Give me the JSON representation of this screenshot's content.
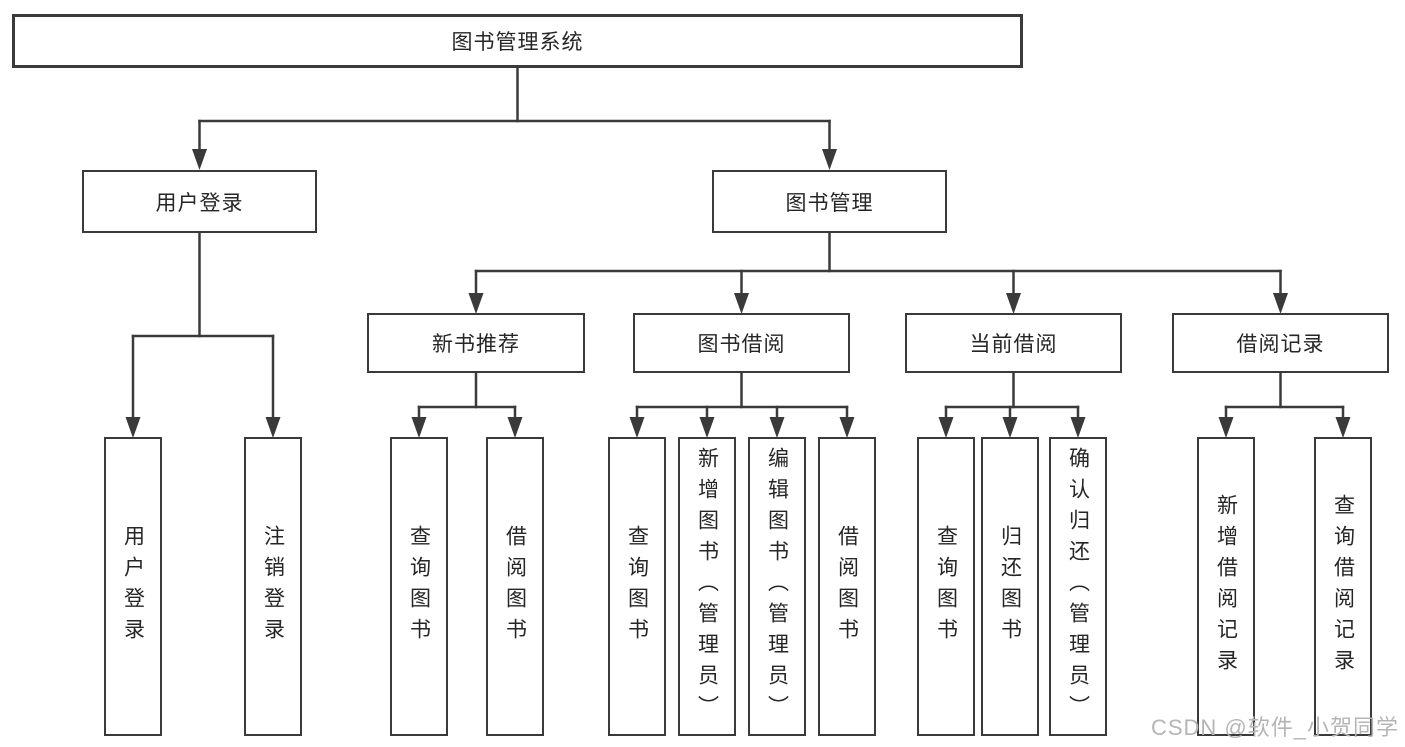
{
  "root": {
    "label": "图书管理系统"
  },
  "level2": [
    {
      "label": "用户登录"
    },
    {
      "label": "图书管理"
    }
  ],
  "level3": [
    {
      "label": "新书推荐"
    },
    {
      "label": "图书借阅"
    },
    {
      "label": "当前借阅"
    },
    {
      "label": "借阅记录"
    }
  ],
  "leaves": {
    "user": [
      "用户登录",
      "注销登录"
    ],
    "recommend": [
      "查询图书",
      "借阅图书"
    ],
    "borrow": [
      "查询图书",
      "新增图书（管理员）",
      "编辑图书（管理员）",
      "借阅图书"
    ],
    "current": [
      "查询图书",
      "归还图书",
      "确认归还（管理员）"
    ],
    "records": [
      "新增借阅记录",
      "查询借阅记录"
    ]
  },
  "watermark": {
    "text": "CSDN @软件_小贺同学"
  },
  "colors": {
    "line": "#3a3a3a",
    "text": "#262626",
    "background": "#ffffff",
    "watermark": "#b5b5b5"
  }
}
